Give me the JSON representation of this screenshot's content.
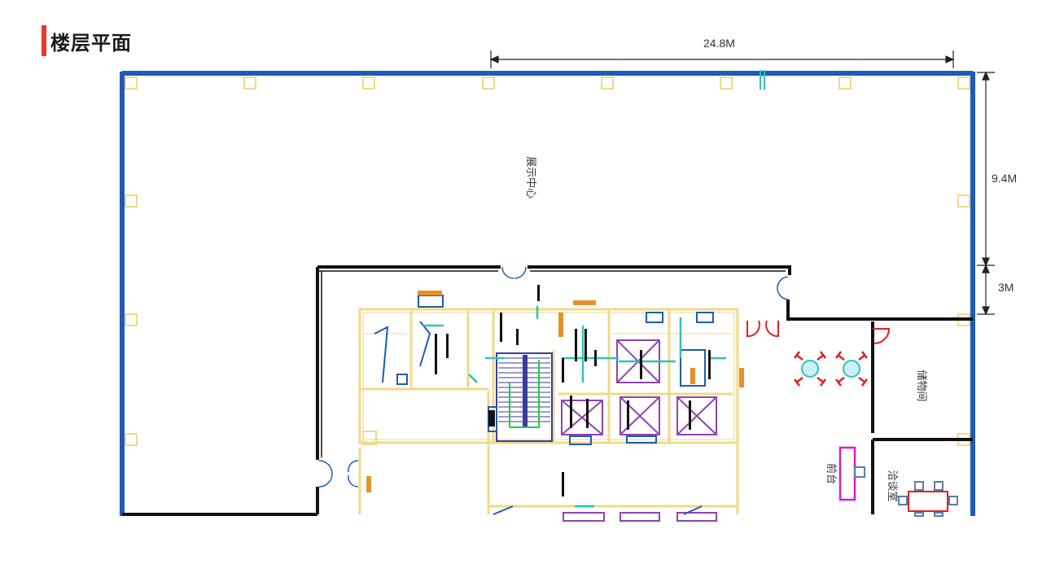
{
  "header": {
    "title": "楼层平面"
  },
  "dimensions": {
    "width_label": "24.8M",
    "height_label_upper": "9.4M",
    "height_label_lower": "3M"
  },
  "rooms": {
    "exhibition": "展示中心",
    "storage": "储物间",
    "reception": "前台",
    "meeting": "洽谈室"
  },
  "colors": {
    "accent": "#e8382b",
    "outer_wall": "#1e5bb8",
    "column": "#f0d98a",
    "core_wall": "#f0d98a",
    "stair": "#3b3b9e",
    "elevator": "#8e44ad",
    "cyan": "#2ec4b6",
    "door_red": "#e02020",
    "reception_desk": "#d81bd8"
  }
}
